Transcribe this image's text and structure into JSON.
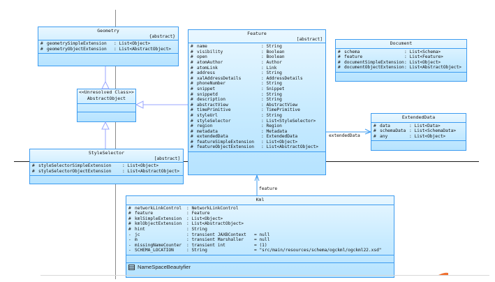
{
  "diagram": {
    "classes": {
      "geometry": {
        "name": "Geometry",
        "stereotype": "",
        "modifier": "{abstract}",
        "attributes": [
          {
            "vis": "#",
            "name": "geometrySimpleExtension",
            "type": ": List<Object>"
          },
          {
            "vis": "#",
            "name": "geometryObjectExtension",
            "type": ": List<AbstractObject>"
          }
        ]
      },
      "abstract_object": {
        "stereotype": "<<Unresolved Class>>",
        "name": "AbstractObject"
      },
      "style_selector": {
        "name": "StyleSelector",
        "modifier": "[abstract]",
        "attributes": [
          {
            "vis": "#",
            "name": "styleSelectorSimpleExtension",
            "type": ": List<Object>"
          },
          {
            "vis": "#",
            "name": "styleSelectorObjectExtension",
            "type": ": List<AbstractObject>"
          }
        ]
      },
      "feature": {
        "name": "Feature",
        "modifier": "[abstract]",
        "attributes": [
          {
            "vis": "#",
            "name": "name",
            "type": ": String"
          },
          {
            "vis": "#",
            "name": "visibility",
            "type": ": Boolean"
          },
          {
            "vis": "#",
            "name": "open",
            "type": ": Boolean"
          },
          {
            "vis": "#",
            "name": "atomAuthor",
            "type": ": Author"
          },
          {
            "vis": "#",
            "name": "atomLink",
            "type": ": Link"
          },
          {
            "vis": "#",
            "name": "address",
            "type": ": String"
          },
          {
            "vis": "#",
            "name": "xalAddressDetails",
            "type": ": AddressDetails"
          },
          {
            "vis": "#",
            "name": "phoneNumber",
            "type": ": String"
          },
          {
            "vis": "#",
            "name": "snippet",
            "type": ": Snippet"
          },
          {
            "vis": "#",
            "name": "snippetd",
            "type": ": String"
          },
          {
            "vis": "#",
            "name": "description",
            "type": ": String"
          },
          {
            "vis": "#",
            "name": "abstractView",
            "type": ": AbstractView"
          },
          {
            "vis": "#",
            "name": "timePrimitive",
            "type": ": TimePrimitive"
          },
          {
            "vis": "#",
            "name": "styleUrl",
            "type": ": String"
          },
          {
            "vis": "#",
            "name": "styleSelector",
            "type": ": List<StyleSelector>"
          },
          {
            "vis": "#",
            "name": "region",
            "type": ": Region"
          },
          {
            "vis": "#",
            "name": "metadata",
            "type": ": Metadata"
          },
          {
            "vis": "#",
            "name": "extendedData",
            "type": ": ExtendedData"
          },
          {
            "vis": "#",
            "name": "featureSimpleExtension",
            "type": ": List<Object>"
          },
          {
            "vis": "#",
            "name": "featureObjectExtension",
            "type": ": List<AbstractObject>"
          }
        ]
      },
      "document": {
        "name": "Document",
        "attributes": [
          {
            "vis": "#",
            "name": "schema",
            "type": ": List<Schema>"
          },
          {
            "vis": "#",
            "name": "feature",
            "type": ": List<Feature>"
          },
          {
            "vis": "#",
            "name": "documentSimpleExtension",
            "type": ": List<Object>"
          },
          {
            "vis": "#",
            "name": "documentObjectExtension",
            "type": ": List<AbstractObject>"
          }
        ]
      },
      "extended_data": {
        "name": "ExtendedData",
        "attributes": [
          {
            "vis": "#",
            "name": "data",
            "type": ": List<Data>"
          },
          {
            "vis": "#",
            "name": "schemaData",
            "type": ": List<SchemaData>"
          },
          {
            "vis": "#",
            "name": "any",
            "type": ": List<Object>"
          }
        ]
      },
      "kml": {
        "name": "Kml",
        "attributes": [
          {
            "vis": "#",
            "name": "networkLinkControl",
            "type": ": NetworkLinkControl",
            "default": ""
          },
          {
            "vis": "#",
            "name": "feature",
            "type": ": Feature",
            "default": ""
          },
          {
            "vis": "#",
            "name": "kmlSimpleExtension",
            "type": ": List<Object>",
            "default": ""
          },
          {
            "vis": "#",
            "name": "kmlObjectExtension",
            "type": ": List<AbstractObject>",
            "default": ""
          },
          {
            "vis": "#",
            "name": "hint",
            "type": ": String",
            "default": ""
          },
          {
            "vis": "-",
            "name": "jc",
            "type": ": transient JAXBContext",
            "default": "= null"
          },
          {
            "vis": "-",
            "name": "m",
            "type": ": transient Marshaller",
            "default": "= null"
          },
          {
            "vis": "-",
            "name": "missingNameCounter",
            "type": ": transient int",
            "default": "= (1)"
          },
          {
            "vis": "-",
            "name": "SCHEMA_LOCATION",
            "type": ": String",
            "default": "= \"src/main/resources/schema/ogckml/ogckml22.xsd\""
          }
        ],
        "inner_class": "NameSpaceBeautyfier"
      }
    },
    "association_labels": {
      "feature_to_extended_data": "extendedData",
      "kml_to_feature": "feature"
    },
    "colors": {
      "class_border": "#3c9bf0",
      "class_fill_top": "#e9f7ff",
      "class_fill_bottom": "#b6e3ff",
      "generalization_line": "#9aa6ff",
      "association_line": "#3c9bf0",
      "accent_orange": "#f07030"
    }
  }
}
